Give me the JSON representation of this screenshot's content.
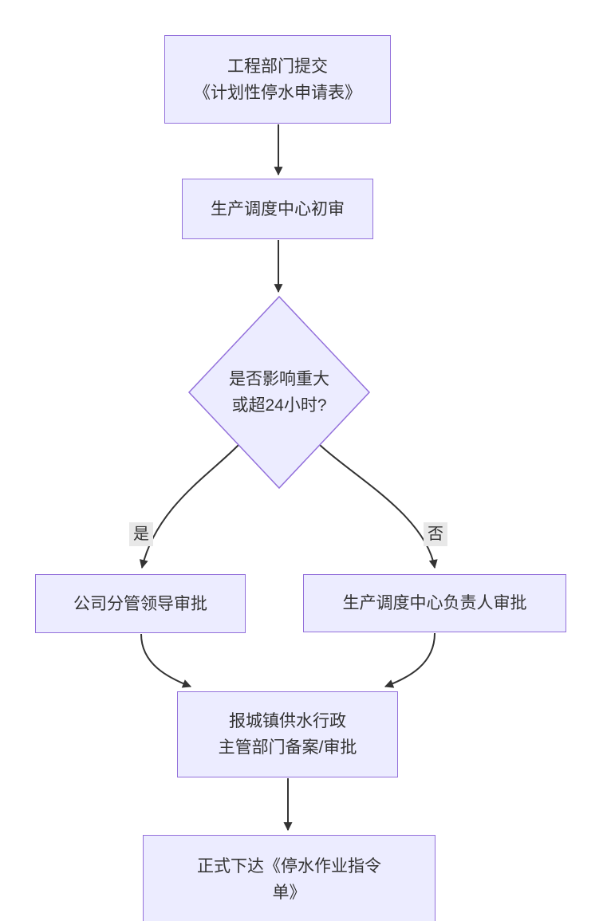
{
  "diagram": {
    "type": "flowchart",
    "direction": "top-down",
    "nodes": [
      {
        "id": "submit",
        "shape": "rect",
        "label": "工程部门提交\n《计划性停水申请表》"
      },
      {
        "id": "review",
        "shape": "rect",
        "label": "生产调度中心初审"
      },
      {
        "id": "decision",
        "shape": "diamond",
        "label": "是否影响重大\n或超24小时?"
      },
      {
        "id": "leader",
        "shape": "rect",
        "label": "公司分管领导审批"
      },
      {
        "id": "head",
        "shape": "rect",
        "label": "生产调度中心负责人审批"
      },
      {
        "id": "report",
        "shape": "rect",
        "label": "报城镇供水行政\n主管部门备案/审批"
      },
      {
        "id": "order",
        "shape": "rect",
        "label": "正式下达《停水作业指令\n单》"
      }
    ],
    "edges": [
      {
        "from": "submit",
        "to": "review",
        "label": ""
      },
      {
        "from": "review",
        "to": "decision",
        "label": ""
      },
      {
        "from": "decision",
        "to": "leader",
        "label": "是"
      },
      {
        "from": "decision",
        "to": "head",
        "label": "否"
      },
      {
        "from": "leader",
        "to": "report",
        "label": ""
      },
      {
        "from": "head",
        "to": "report",
        "label": ""
      },
      {
        "from": "report",
        "to": "order",
        "label": ""
      }
    ],
    "colors": {
      "node_fill": "#ECECFF",
      "node_border": "#9370DB",
      "edge_stroke": "#333333",
      "text": "#333333",
      "edge_label_bg": "#e8e8e8",
      "background": "#ffffff"
    }
  }
}
